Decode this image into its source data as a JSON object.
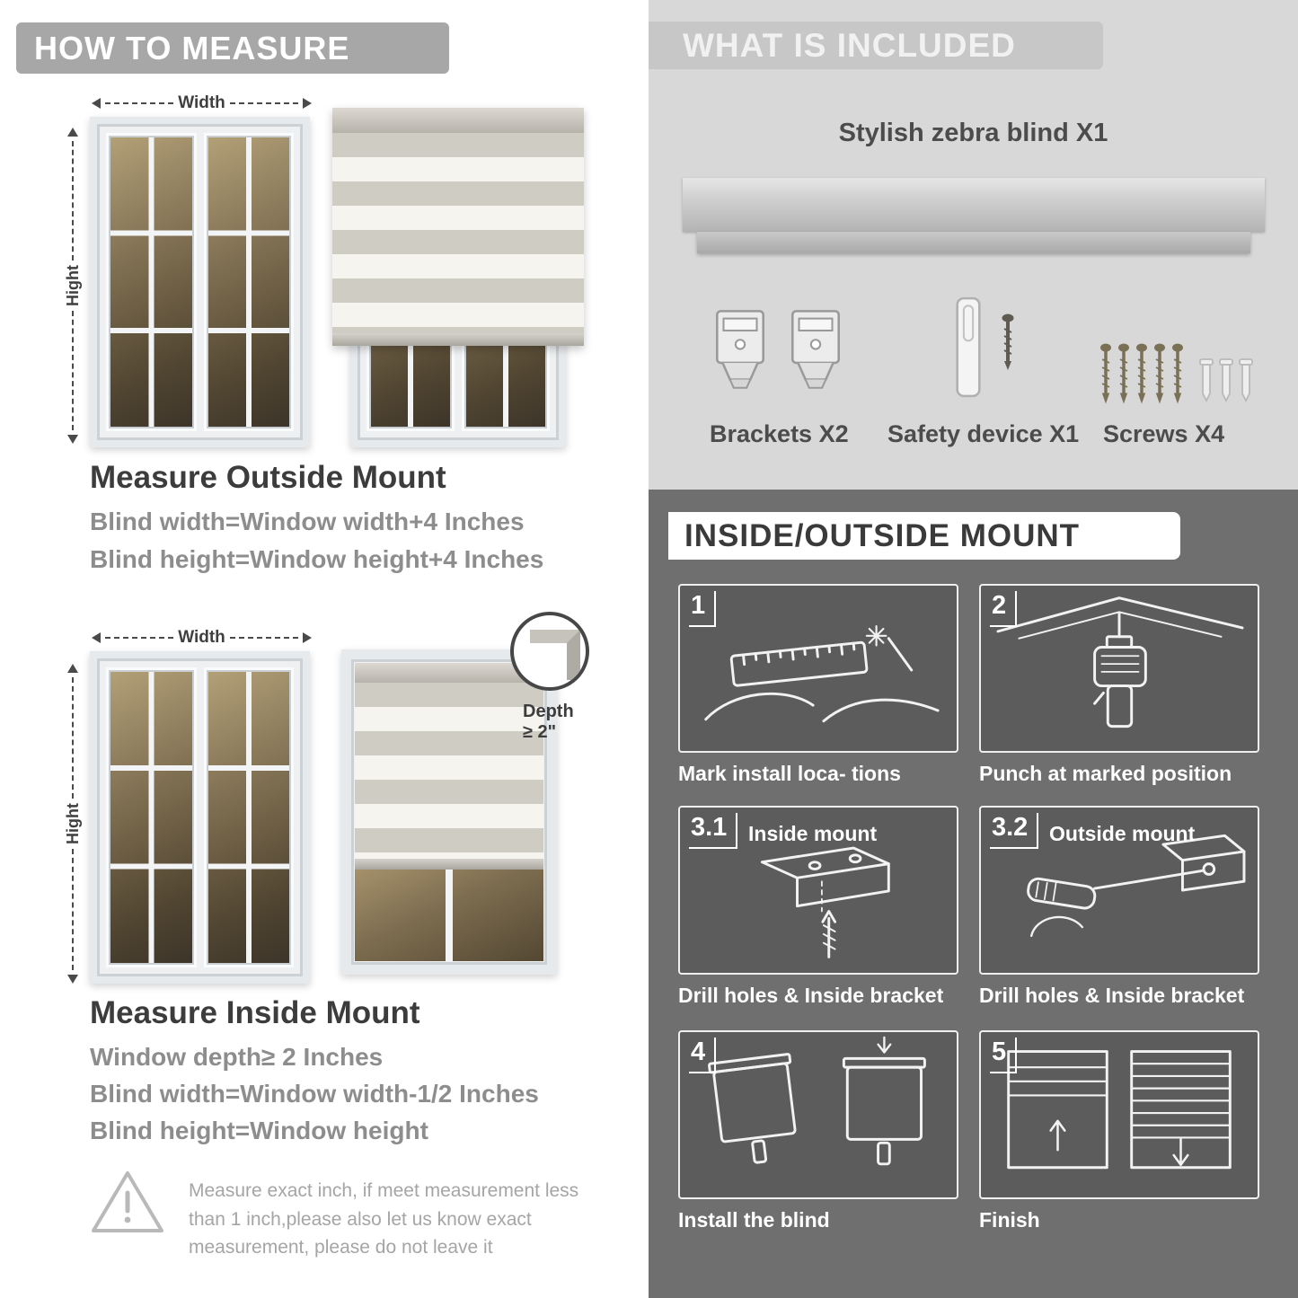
{
  "left": {
    "banner": "HOW TO MEASURE",
    "labels": {
      "width": "Width",
      "height": "Hight"
    },
    "outside": {
      "heading": "Measure Outside Mount",
      "line1": "Blind width=Window width+4 Inches",
      "line2": "Blind height=Window height+4 Inches"
    },
    "inside": {
      "heading": "Measure Inside Mount",
      "depth_callout": "Depth ≥ 2\"",
      "line1": "Window depth≥ 2 Inches",
      "line2": "Blind width=Window width-1/2 Inches",
      "line3": "Blind height=Window height"
    },
    "warning": {
      "text": "Measure exact inch, if meet measurement less than 1 inch,please also let us know exact measurement, please do not leave it"
    }
  },
  "included": {
    "banner": "WHAT IS INCLUDED",
    "item_title": "Stylish zebra blind X1",
    "parts": [
      {
        "label": "Brackets X2"
      },
      {
        "label": "Safety device X1"
      },
      {
        "label": "Screws X4"
      }
    ]
  },
  "mount": {
    "banner": "INSIDE/OUTSIDE MOUNT",
    "steps": [
      {
        "num": "1",
        "caption": "Mark install loca- tions"
      },
      {
        "num": "2",
        "caption": "Punch at  marked position"
      },
      {
        "num": "3.1",
        "title": "Inside mount",
        "caption": "Drill holes &  Inside bracket"
      },
      {
        "num": "3.2",
        "title": "Outside mount",
        "caption": "Drill holes &  Inside bracket"
      },
      {
        "num": "4",
        "caption": "Install the blind"
      },
      {
        "num": "5",
        "caption": "Finish"
      }
    ]
  }
}
